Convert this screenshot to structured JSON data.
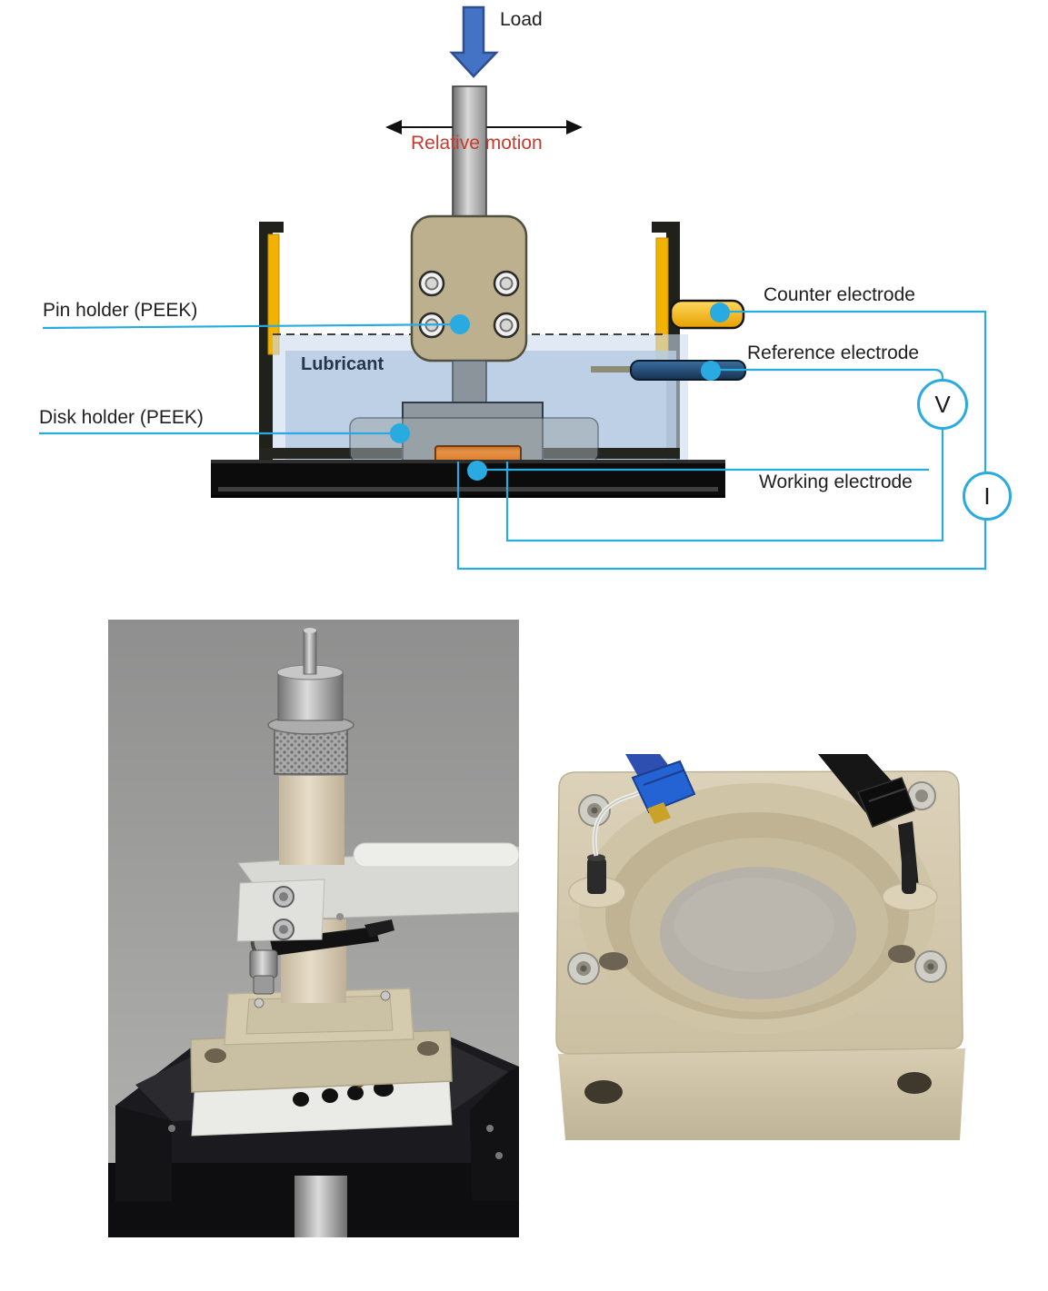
{
  "figure": {
    "type": "tribocorrosion-test-setup-figure",
    "schematic": {
      "labels": {
        "load": "Load",
        "relative_motion": "Relative motion",
        "pin_holder": "Pin holder (PEEK)",
        "lubricant": "Lubricant",
        "disk_holder": "Disk holder (PEEK)",
        "counter_electrode": "Counter electrode",
        "reference_electrode": "Reference electrode",
        "working_electrode": "Working electrode"
      },
      "meters": {
        "voltmeter": "V",
        "ammeter": "I"
      },
      "colors": {
        "leader": "#29ABE2",
        "marker_dot": "#29ABE2",
        "load_arrow": "#4472C4",
        "load_arrow_border": "#2E4E8F",
        "relative_motion_text": "#C23B2E",
        "label_text": "#1F1F1F",
        "lubricant_fill": "#B7CBE2",
        "lubricant_text": "#24364E",
        "pin_holder_fill": "#BCB08E",
        "disk_fill": "#E08A3C",
        "counter_electrode_fill": "#F2B705",
        "reference_electrode_fill": "#1F4E79",
        "container_fill": "#20211B",
        "base_fill": "#0C0C0C"
      }
    }
  }
}
